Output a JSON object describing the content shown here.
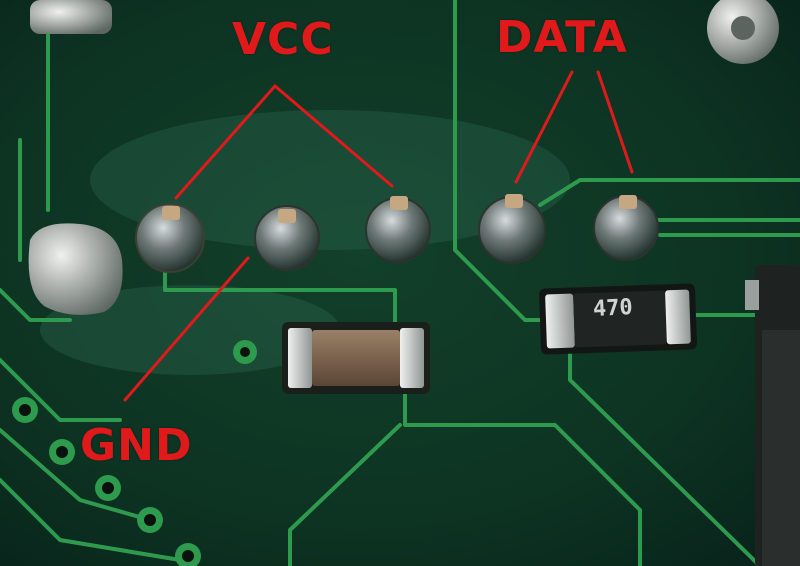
{
  "labels": {
    "vcc": "VCC",
    "data": "DATA",
    "gnd": "GND"
  },
  "components": {
    "resistor_code": "470"
  },
  "colors": {
    "label": "#e01a1a",
    "board": "#0b2a1c",
    "trace": "#2e9a4e",
    "solder": "#c9cdd0"
  }
}
